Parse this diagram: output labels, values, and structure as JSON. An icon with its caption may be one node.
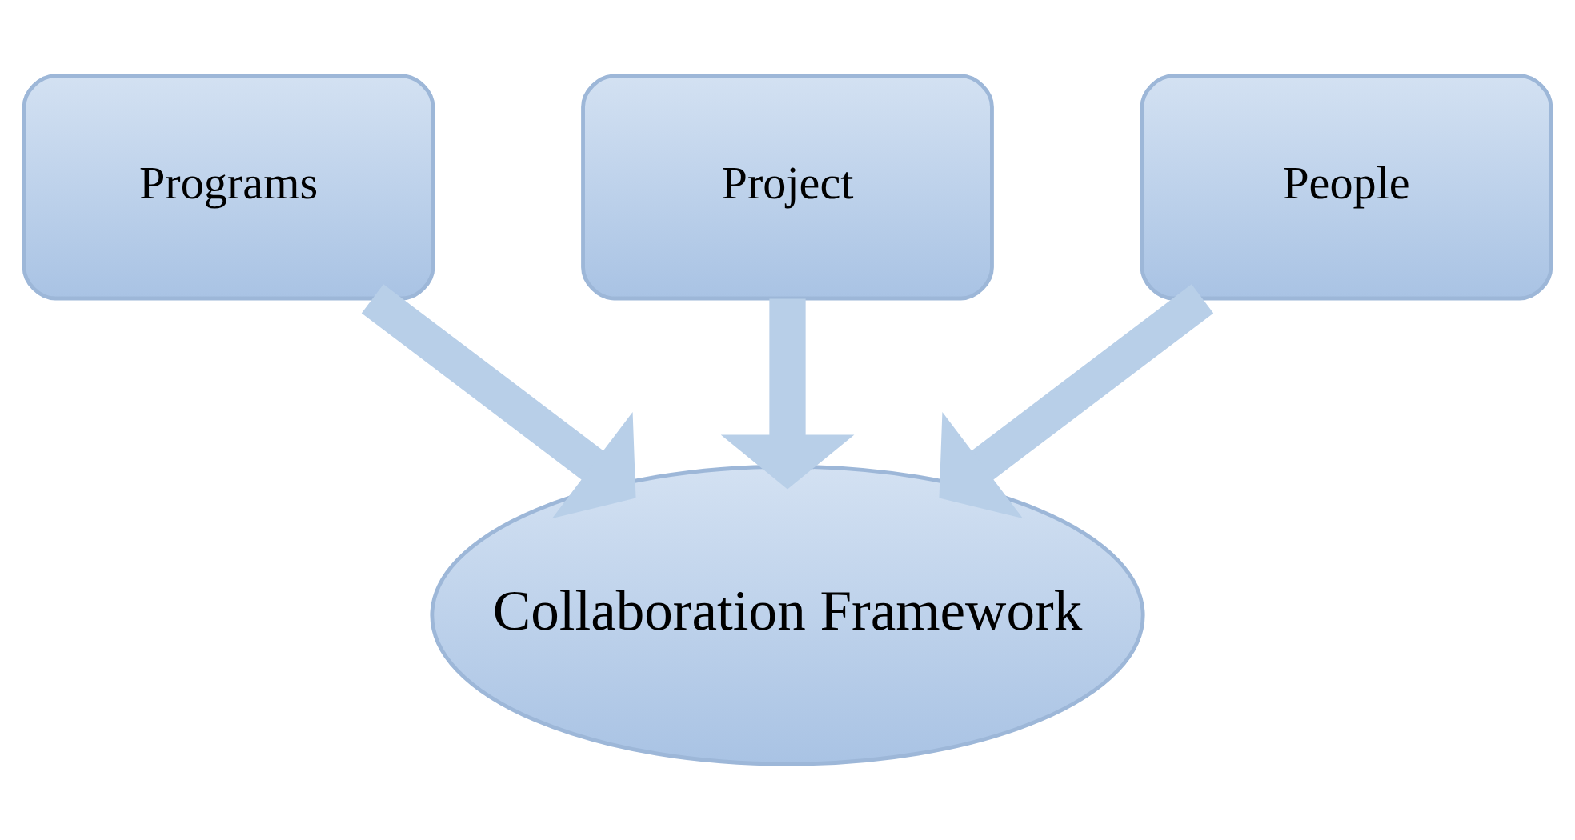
{
  "diagram": {
    "nodes": [
      {
        "text": [
          "Project"
        ]
      },
      {
        "text": [
          "Programs"
        ]
      },
      {
        "text": [
          "People"
        ]
      },
      {
        "text": [
          "Collaboration Framework"
        ]
      }
    ],
    "edges": [
      {
        "from": 1,
        "to": 3,
        "arrow": "to"
      },
      {
        "from": 0,
        "to": 3,
        "arrow": "to"
      },
      {
        "from": 2,
        "to": 3,
        "arrow": "to"
      }
    ]
  }
}
